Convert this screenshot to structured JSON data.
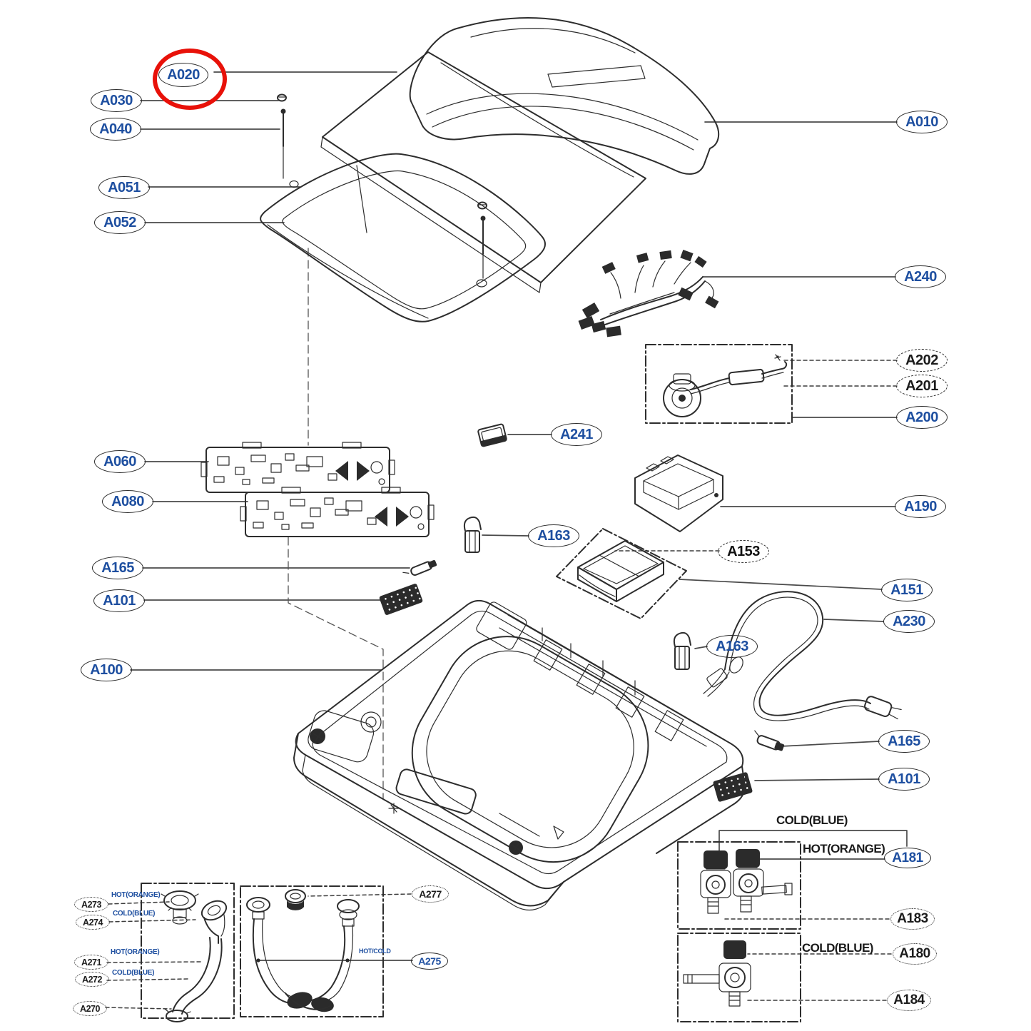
{
  "diagram": {
    "kind": "exploded-parts-diagram",
    "highlighted_label": "A020",
    "colors": {
      "label_text_blue": "#1e4fa0",
      "label_text_black": "#1c1c1c",
      "highlight_red": "#e81109",
      "line_art": "#2d2d2d"
    }
  },
  "labels": [
    {
      "text": "A020"
    },
    {
      "text": "A030"
    },
    {
      "text": "A040"
    },
    {
      "text": "A051"
    },
    {
      "text": "A052"
    },
    {
      "text": "A010"
    },
    {
      "text": "A240"
    },
    {
      "text": "A202"
    },
    {
      "text": "A201"
    },
    {
      "text": "A200"
    },
    {
      "text": "A190"
    },
    {
      "text": "A241"
    },
    {
      "text": "A060"
    },
    {
      "text": "A080"
    },
    {
      "text": "A163"
    },
    {
      "text": "A153"
    },
    {
      "text": "A165"
    },
    {
      "text": "A101"
    },
    {
      "text": "A151"
    },
    {
      "text": "A230"
    },
    {
      "text": "A100"
    },
    {
      "text": "A163"
    },
    {
      "text": "A165"
    },
    {
      "text": "A101"
    },
    {
      "text": "A181"
    },
    {
      "text": "A183"
    },
    {
      "text": "A180"
    },
    {
      "text": "A184"
    },
    {
      "text": "A273"
    },
    {
      "text": "A274"
    },
    {
      "text": "A271"
    },
    {
      "text": "A272"
    },
    {
      "text": "A270"
    },
    {
      "text": "A277"
    },
    {
      "text": "A275"
    }
  ],
  "annotations": [
    {
      "text": "COLD(BLUE)"
    },
    {
      "text": "HOT(ORANGE)"
    },
    {
      "text": "COLD(BLUE)"
    },
    {
      "text": "HOT(ORANGE)"
    },
    {
      "text": "COLD(BLUE)"
    },
    {
      "text": "HOT(ORANGE)"
    },
    {
      "text": "COLD(BLUE)"
    },
    {
      "text": "HOT/COLD"
    }
  ]
}
